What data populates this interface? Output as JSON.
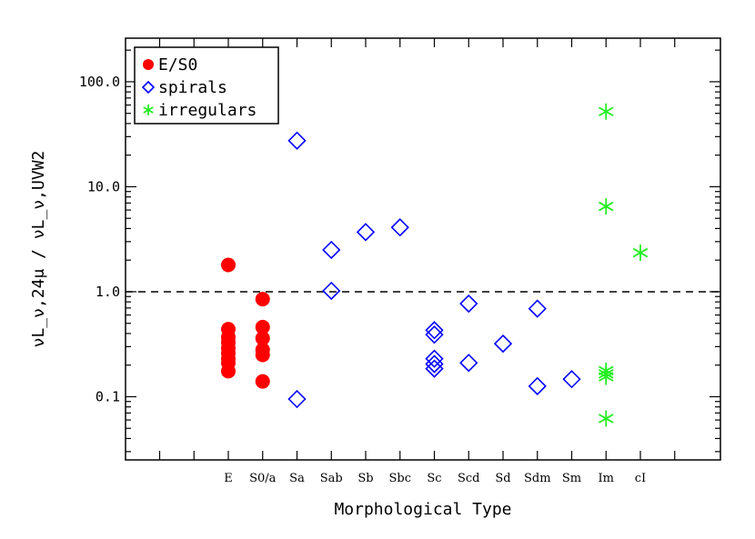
{
  "chart_data": {
    "type": "scatter",
    "xlabel": "Morphological Type",
    "ylabel": "νL_ν,24μ / νL_ν,UVW2",
    "yscale": "log",
    "ylim": [
      0.025,
      260
    ],
    "yticks": [
      "100.0",
      "10.0",
      "1.0",
      "0.1"
    ],
    "categories": [
      "E",
      "S0/a",
      "Sa",
      "Sab",
      "Sb",
      "Sbc",
      "Sc",
      "Scd",
      "Sd",
      "Sdm",
      "Sm",
      "Im",
      "cI"
    ],
    "reference_line": 1.0,
    "legend_position": "top-left",
    "series": [
      {
        "name": "E/S0",
        "marker": "filled-circle",
        "color": "#ff0000",
        "points": [
          {
            "type": "E",
            "y": 1.8
          },
          {
            "type": "E",
            "y": 0.44
          },
          {
            "type": "E",
            "y": 0.37
          },
          {
            "type": "E",
            "y": 0.33
          },
          {
            "type": "E",
            "y": 0.29
          },
          {
            "type": "E",
            "y": 0.26
          },
          {
            "type": "E",
            "y": 0.23
          },
          {
            "type": "E",
            "y": 0.21
          },
          {
            "type": "E",
            "y": 0.175
          },
          {
            "type": "S0/a",
            "y": 0.85
          },
          {
            "type": "S0/a",
            "y": 0.46
          },
          {
            "type": "S0/a",
            "y": 0.36
          },
          {
            "type": "S0/a",
            "y": 0.28
          },
          {
            "type": "S0/a",
            "y": 0.25
          },
          {
            "type": "S0/a",
            "y": 0.14
          }
        ]
      },
      {
        "name": "spirals",
        "marker": "open-diamond",
        "color": "#0000ff",
        "points": [
          {
            "type": "Sa",
            "y": 27.5
          },
          {
            "type": "Sa",
            "y": 0.095
          },
          {
            "type": "Sab",
            "y": 2.5
          },
          {
            "type": "Sab",
            "y": 1.02
          },
          {
            "type": "Sb",
            "y": 3.7
          },
          {
            "type": "Sbc",
            "y": 4.1
          },
          {
            "type": "Sc",
            "y": 0.43
          },
          {
            "type": "Sc",
            "y": 0.39
          },
          {
            "type": "Sc",
            "y": 0.23
          },
          {
            "type": "Sc",
            "y": 0.205
          },
          {
            "type": "Sc",
            "y": 0.185
          },
          {
            "type": "Scd",
            "y": 0.77
          },
          {
            "type": "Scd",
            "y": 0.21
          },
          {
            "type": "Sd",
            "y": 0.32
          },
          {
            "type": "Sdm",
            "y": 0.69
          },
          {
            "type": "Sdm",
            "y": 0.126
          },
          {
            "type": "Sm",
            "y": 0.147
          }
        ]
      },
      {
        "name": "irregulars",
        "marker": "asterisk",
        "color": "#22ee22",
        "points": [
          {
            "type": "Im",
            "y": 52
          },
          {
            "type": "Im",
            "y": 6.5
          },
          {
            "type": "Im",
            "y": 0.177
          },
          {
            "type": "Im",
            "y": 0.165
          },
          {
            "type": "Im",
            "y": 0.155
          },
          {
            "type": "Im",
            "y": 0.062
          },
          {
            "type": "cI",
            "y": 2.35
          }
        ]
      }
    ]
  }
}
